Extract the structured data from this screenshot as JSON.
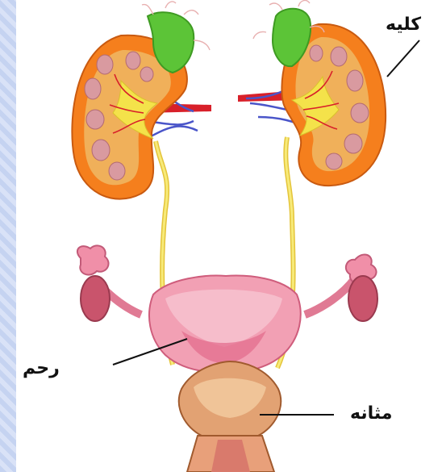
{
  "labels": {
    "kidney": "كليه",
    "uterus": "رحم",
    "bladder": "مثانه"
  },
  "colors": {
    "kidney_cortex": "#f57f1d",
    "kidney_pyramids": "#d99aa0",
    "pelvis": "#f4e24a",
    "adrenal": "#5cc437",
    "artery": "#d8202a",
    "vein": "#4a55c9",
    "ureter": "#f3e15a",
    "uterus": "#f2a0b4",
    "bladder": "#e2a273",
    "backdrop": "#c5d3f1",
    "label_text": "#111111"
  }
}
